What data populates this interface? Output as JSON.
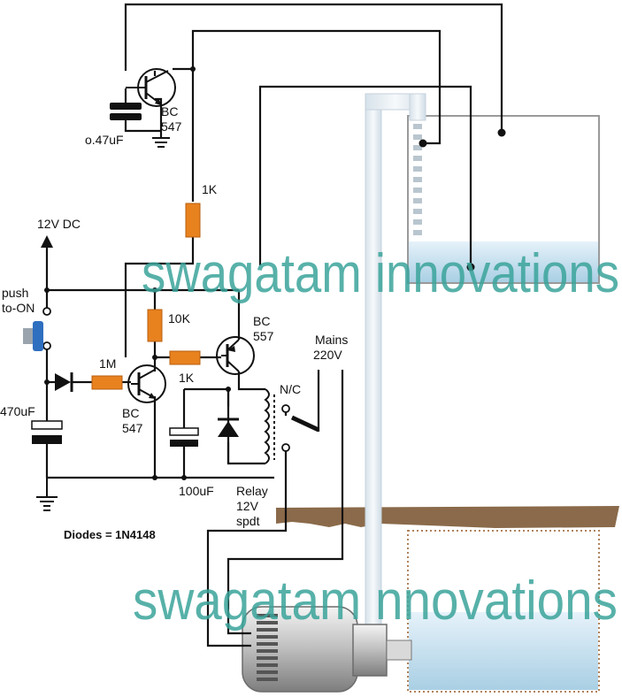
{
  "labels": {
    "supply": "12V DC",
    "push_line1": "push",
    "push_line2": "to-ON",
    "cap_timer": "470uF",
    "cap_top": "o.47uF",
    "cap_relay": "100uF",
    "r_1k_top": "1K",
    "r_10k": "10K",
    "r_1m": "1M",
    "r_1k_base": "1K",
    "q_top_type": "BC",
    "q_top_num": "547",
    "q_mid_type": "BC",
    "q_mid_num": "547",
    "q_pnp_type": "BC",
    "q_pnp_num": "557",
    "mains_line1": "Mains",
    "mains_line2": "220V",
    "nc": "N/C",
    "relay_line1": "Relay",
    "relay_line2": "12V",
    "relay_line3": "spdt",
    "diodes_note": "Diodes = 1N4148"
  },
  "watermark": {
    "upper": "swagatam innovations",
    "lower": "swagatam nnovations"
  },
  "colors": {
    "resistor": "#e8821f",
    "wire": "#111111",
    "water": "#bcdcec",
    "pipe": "#e4edf4",
    "soil": "#8a6a4a",
    "switch": "#2f6fbf",
    "watermark": "#3aa39a"
  }
}
